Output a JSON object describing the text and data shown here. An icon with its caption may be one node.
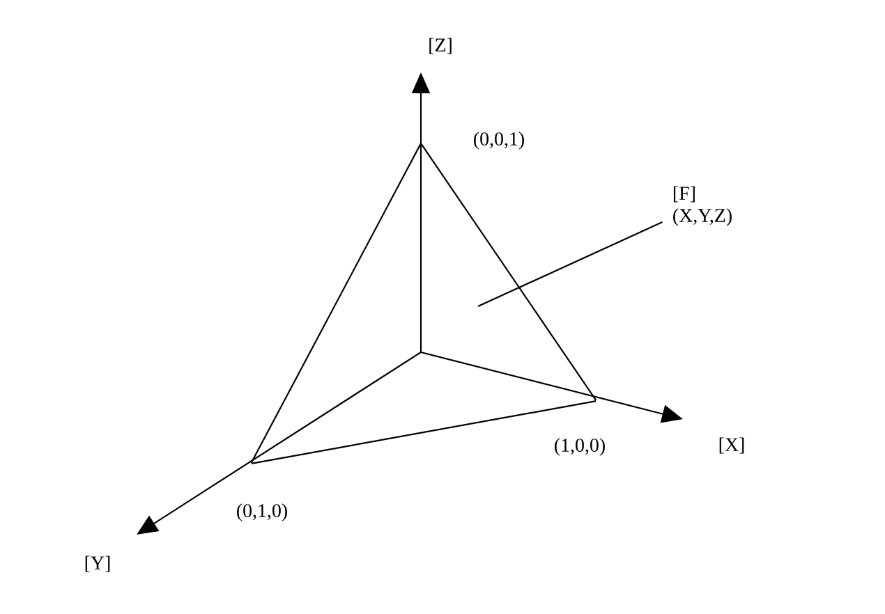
{
  "diagram": {
    "nodes": [
      {
        "text": [],
        "shape": "point",
        "beside": [
          "(0,0,1)"
        ]
      },
      {
        "text": [],
        "shape": "point",
        "beside": [
          "(1,0,0)"
        ]
      },
      {
        "text": [],
        "shape": "point",
        "beside": [
          "(0,1,0)"
        ]
      },
      {
        "text": [
          "[F]",
          "(X,Y,Z)"
        ]
      }
    ],
    "edges": [
      {
        "from": 0,
        "to": 1,
        "arrow": "none"
      },
      {
        "from": 1,
        "to": 2,
        "arrow": "none"
      },
      {
        "from": 2,
        "to": 0,
        "arrow": "none"
      },
      {
        "from": 3,
        "to": null,
        "arrow": "none"
      }
    ],
    "labels": [
      "[Z]",
      "[X]",
      "[Y]"
    ]
  }
}
